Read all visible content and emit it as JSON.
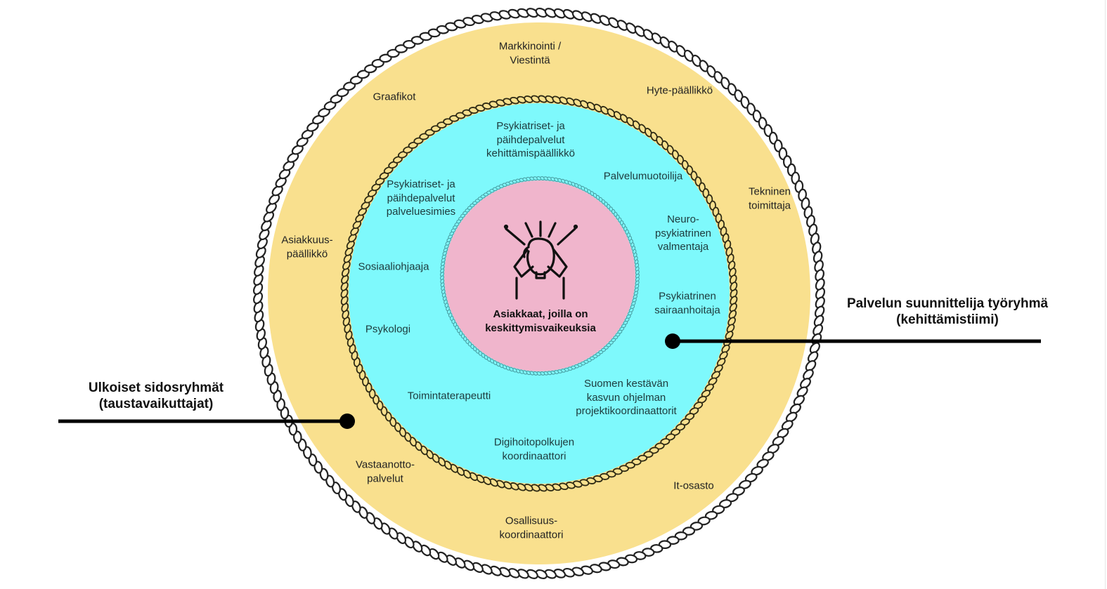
{
  "diagram": {
    "title": "Stakeholder map",
    "colors": {
      "outer_ring": "#f9e08e",
      "middle_ring": "#7ef9fc",
      "center": "#f0b5cc",
      "outer_rope": "#222222",
      "middle_rope": "#2e2a14",
      "inner_rope": "#4aa0a4"
    },
    "center": {
      "icon": "stressed-person-icon",
      "label": "Asiakkaat, joilla on\nkeskittymisvaikeuksia"
    },
    "middle_ring": {
      "name": "Palvelun suunnittelija työryhmä (kehittämistiimi)",
      "items": [
        "Psykiatriset- ja\npäihdepalvelut\nkehittämispäällikkö",
        "Palvelumuotoilija",
        "Neuro-\npsykiatrinen\nvalmentaja",
        "Psykiatrinen\nsairaanhoitaja",
        "Suomen kestävän\nkasvun ohjelman\nprojektikoordinaattorit",
        "Digihoitopolkujen\nkoordinaattori",
        "Toimintaterapeutti",
        "Psykologi",
        "Sosiaaliohjaaja",
        "Psykiatriset- ja\npäihdepalvelut\npalveluesimies"
      ]
    },
    "outer_ring": {
      "name": "Ulkoiset sidosryhmät (taustavaikuttajat)",
      "items": [
        "Markkinointi /\nViestintä",
        "Hyte-päällikkö",
        "Tekninen\ntoimittaja",
        "It-osasto",
        "Osallisuus-\nkoordinaattori",
        "Vastaanotto-\npalvelut",
        "Asiakkuus-\npäällikkö",
        "Graafikot"
      ]
    },
    "callouts": {
      "right": "Palvelun suunnittelija työryhmä\n(kehittämistiimi)",
      "left": "Ulkoiset sidosryhmät\n(taustavaikuttajat)"
    }
  }
}
